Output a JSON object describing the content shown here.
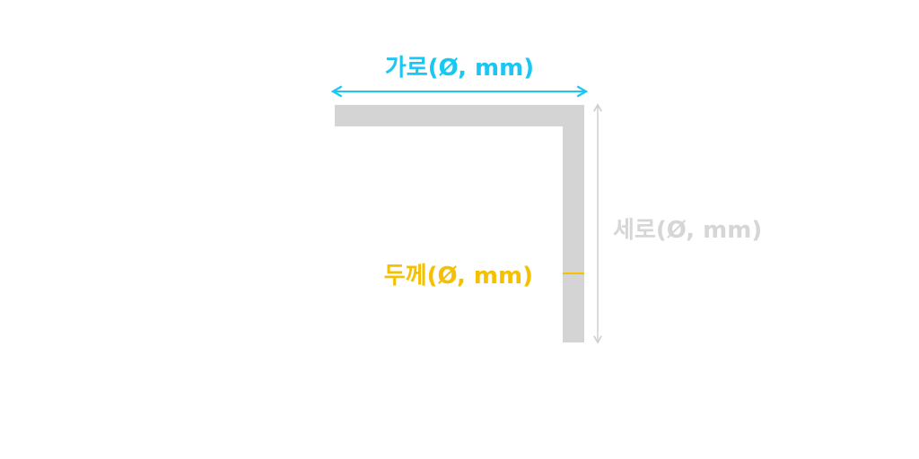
{
  "labels": {
    "width": "가로(Ø, mm)",
    "height": "세로(Ø, mm)",
    "thickness": "두께(Ø, mm)"
  },
  "colors": {
    "width": "#1ac6f2",
    "height": "#d6d6d6",
    "thickness": "#f5c000",
    "profile": "#d4d4d4"
  }
}
